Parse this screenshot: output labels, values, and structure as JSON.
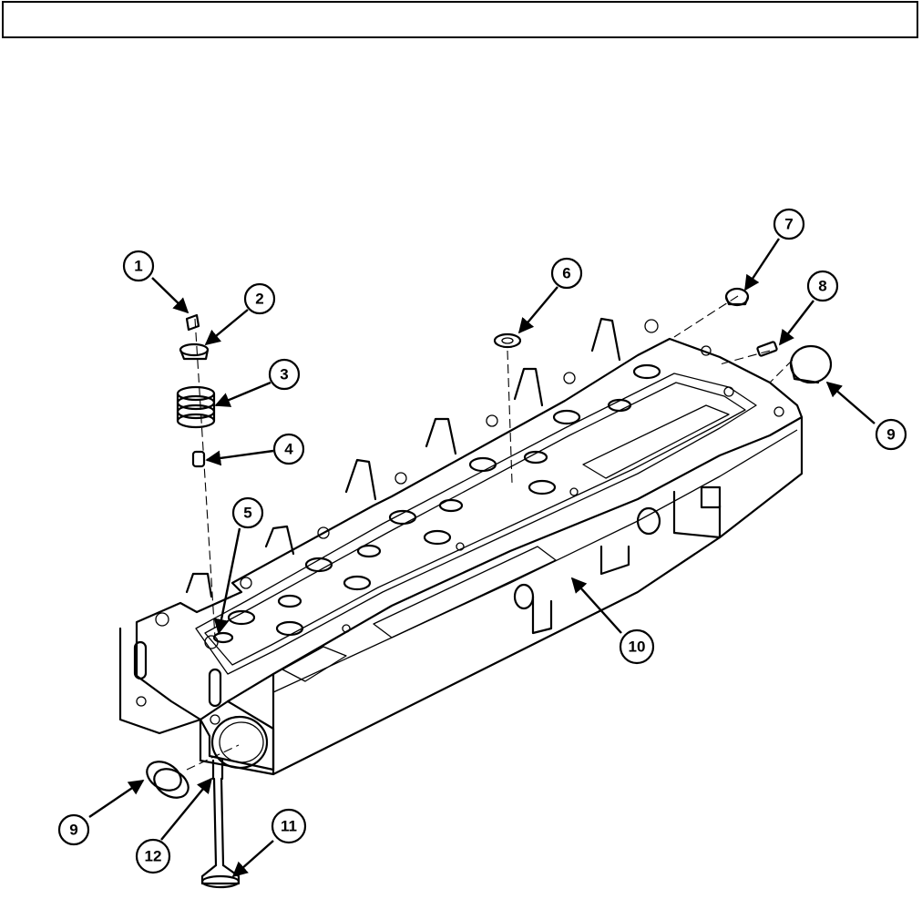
{
  "header": {
    "title": ""
  },
  "diagram": {
    "callouts": [
      {
        "id": "c1",
        "label": "1"
      },
      {
        "id": "c2",
        "label": "2"
      },
      {
        "id": "c3",
        "label": "3"
      },
      {
        "id": "c4",
        "label": "4"
      },
      {
        "id": "c5",
        "label": "5"
      },
      {
        "id": "c6",
        "label": "6"
      },
      {
        "id": "c7",
        "label": "7"
      },
      {
        "id": "c8",
        "label": "8"
      },
      {
        "id": "c9a",
        "label": "9"
      },
      {
        "id": "c9b",
        "label": "9"
      },
      {
        "id": "c10",
        "label": "10"
      },
      {
        "id": "c11",
        "label": "11"
      },
      {
        "id": "c12",
        "label": "12"
      }
    ]
  }
}
